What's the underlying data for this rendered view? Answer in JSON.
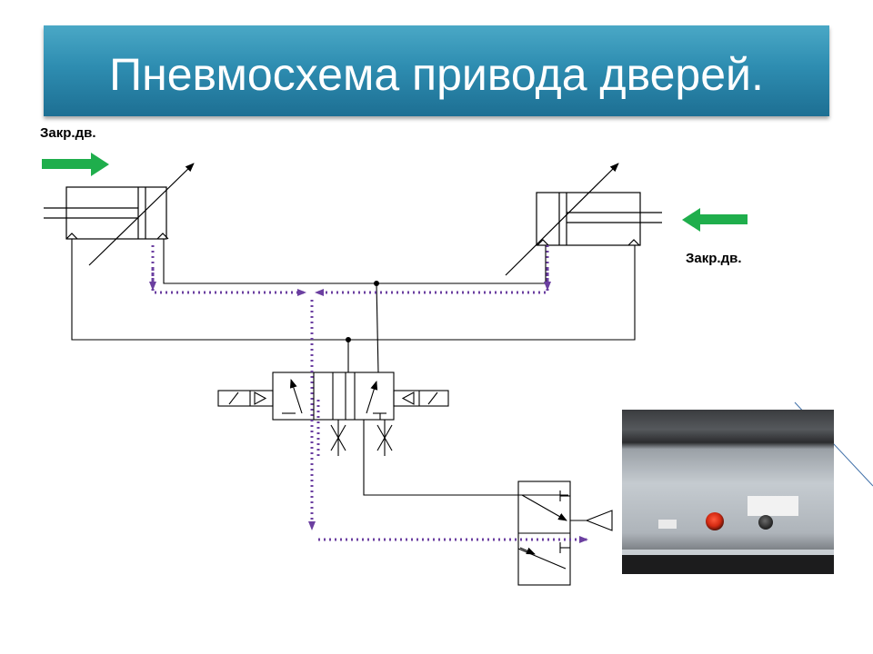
{
  "title": "Пневмосхема привода дверей.",
  "labels": {
    "left": "Закр.дв.",
    "right": "Закр.дв."
  },
  "colors": {
    "title_bar": "#2e8db1",
    "arrows": "#1fae4c",
    "flow_path": "#6b3fa0",
    "lines": "#000000"
  },
  "photo": {
    "description_icon": "door-control-panel-photo"
  }
}
